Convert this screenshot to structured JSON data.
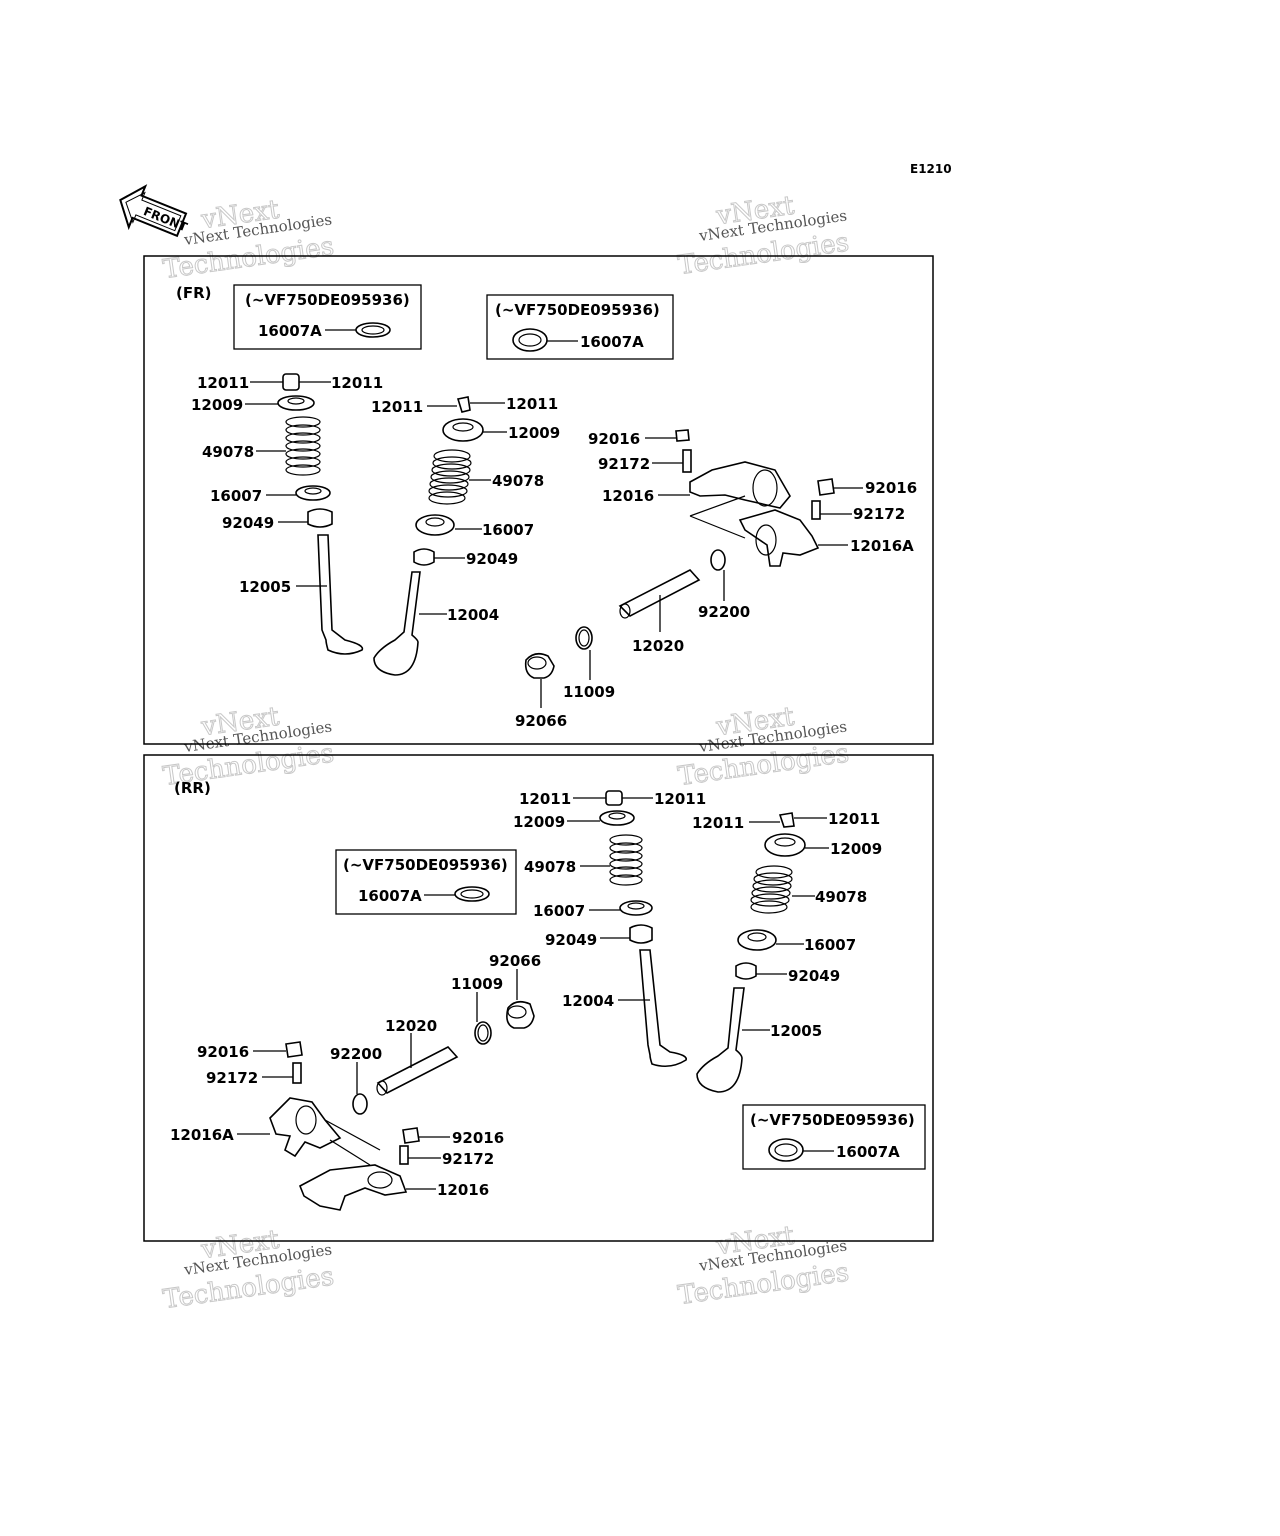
{
  "diagram_code": "E1210",
  "front_label": "FRONT",
  "watermark": {
    "line1": "vNext Technologies",
    "line2": "vNext",
    "line3": "Technologies"
  },
  "sections": {
    "fr": {
      "label": "(FR)"
    },
    "rr": {
      "label": "(RR)"
    }
  },
  "notes": {
    "serial_range": "(~VF750DE095936)",
    "part": "16007A"
  },
  "fr_parts": {
    "cotter_l1": "12011",
    "cotter_l2": "12011",
    "retainer_l": "12009",
    "spring_l": "49078",
    "seat_l": "16007",
    "seal_l": "92049",
    "valve_l": "12005",
    "cotter_r1": "12011",
    "cotter_r2": "12011",
    "retainer_r": "12009",
    "spring_r": "49078",
    "seat_r": "16007",
    "seal_r": "92049",
    "valve_r": "12004",
    "nut_1": "92016",
    "screw_1": "92172",
    "arm_1": "12016",
    "nut_2": "92016",
    "screw_2": "92172",
    "arm_2": "12016A",
    "oring_shaft": "92200",
    "shaft": "12020",
    "oring_plug": "11009",
    "plug": "92066"
  },
  "rr_parts": {
    "cotter_l1": "12011",
    "cotter_l2": "12011",
    "retainer_l": "12009",
    "spring_l": "49078",
    "seat_l": "16007",
    "seal_l": "92049",
    "valve_l": "12004",
    "cotter_r1": "12011",
    "cotter_r2": "12011",
    "retainer_r": "12009",
    "spring_r": "49078",
    "seat_r": "16007",
    "seal_r": "92049",
    "valve_r": "12005",
    "plug": "92066",
    "oring_plug": "11009",
    "shaft": "12020",
    "oring_shaft": "92200",
    "nut_1": "92016",
    "screw_1": "92172",
    "arm_1": "12016A",
    "nut_2": "92016",
    "screw_2": "92172",
    "arm_2": "12016"
  }
}
